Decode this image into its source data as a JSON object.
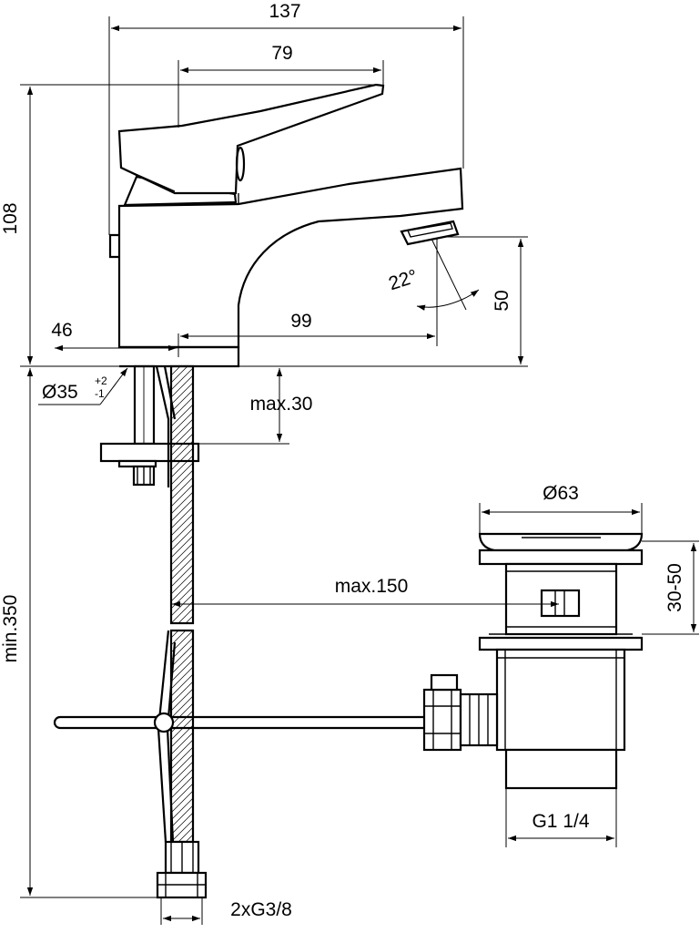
{
  "dimensions": {
    "total_width": "137",
    "lever_width": "79",
    "height": "108",
    "base_offset": "46",
    "spout_reach": "99",
    "spout_height": "50",
    "angle": "22°",
    "hole_diameter": "Ø35",
    "hole_tol_upper": "+2",
    "hole_tol_lower": "-1",
    "max_deck": "max.30",
    "hose_length": "min.350",
    "max_pullrod": "max.150",
    "waste_diameter": "Ø63",
    "waste_range": "30-50",
    "waste_thread": "G1 1/4",
    "connection_thread": "2xG3/8"
  }
}
